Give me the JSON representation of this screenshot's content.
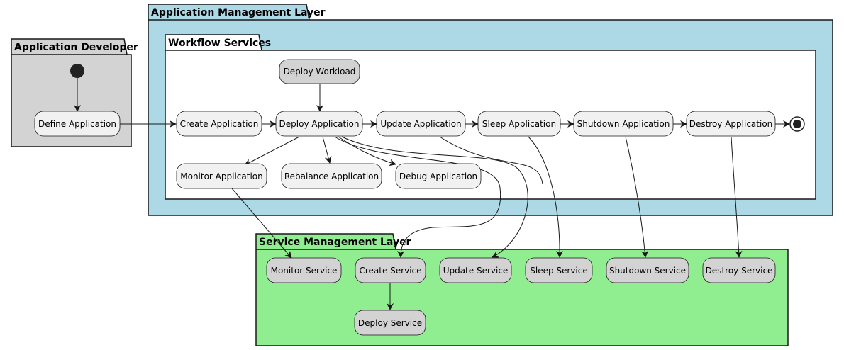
{
  "colors": {
    "developer_fill": "#d3d3d3",
    "app_layer_fill": "#add8e6",
    "workflow_fill": "#ffffff",
    "service_layer_fill": "#90ee90",
    "activity_fill": "#f1f1f1",
    "activity_alt_fill": "#d3d3d3",
    "border": "#181818",
    "start_node": "#222222"
  },
  "packages": {
    "developer": {
      "label": "Application Developer"
    },
    "app_layer": {
      "label": "Application Management Layer"
    },
    "workflow": {
      "label": "Workflow Services"
    },
    "service_layer": {
      "label": "Service Management Layer"
    }
  },
  "nodes": {
    "define_application": "Define Application",
    "deploy_workload": "Deploy Workload",
    "create_application": "Create Application",
    "deploy_application": "Deploy Application",
    "update_application": "Update Application",
    "sleep_application": "Sleep Application",
    "shutdown_application": "Shutdown Application",
    "destroy_application": "Destroy Application",
    "monitor_application": "Monitor Application",
    "rebalance_application": "Rebalance Application",
    "debug_application": "Debug Application",
    "monitor_service": "Monitor Service",
    "create_service": "Create Service",
    "update_service": "Update Service",
    "sleep_service": "Sleep Service",
    "shutdown_service": "Shutdown Service",
    "destroy_service": "Destroy Service",
    "deploy_service": "Deploy Service"
  },
  "start_node": "start-node",
  "end_node": "end-node"
}
